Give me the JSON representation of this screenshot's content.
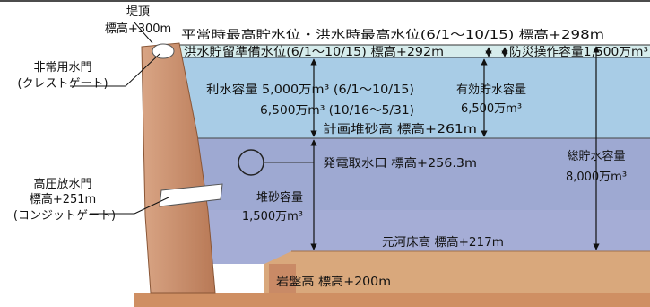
{
  "crest": {
    "title": "堤頂",
    "elevation": "標高+300m"
  },
  "normal_water_level": "平常時最高貯水位・洪水時最高水位(6/1～10/15) 標高+298m",
  "flood_reserve_level": "洪水貯留準備水位(6/1～10/15) 標高+292m",
  "disaster_capacity": "防災操作容量1,500万m³",
  "emergency_gate": {
    "line1": "非常用水門",
    "line2": "(クレストゲート)"
  },
  "utility_capacity": {
    "line1": "利水容量 5,000万m³ (6/1～10/15)",
    "line2": "6,500万m³ (10/16～5/31)"
  },
  "effective_capacity": {
    "line1": "有効貯水容量",
    "line2": "6,500万m³"
  },
  "sediment_level": "計画堆砂高 標高+261m",
  "intake": "発電取水口 標高+256.3m",
  "total_capacity": {
    "line1": "総貯水容量",
    "line2": "8,000万m³"
  },
  "high_pressure_gate": {
    "line1": "高圧放水門",
    "line2": "標高+251m",
    "line3": "(コンジットゲート)"
  },
  "sediment_capacity": {
    "line1": "堆砂容量",
    "line2": "1,500万m³"
  },
  "riverbed": "元河床高 標高+217m",
  "bedrock": "岩盤高 標高+200m",
  "colors": {
    "flood_band": "#d6ecec",
    "utility_water": "#a8cce6",
    "sediment_water": "#9ea9d2",
    "dead_water": "#a5add6",
    "sediment": "#d9a87c",
    "bedrock": "#d08f62",
    "dam": "#c98a66"
  }
}
